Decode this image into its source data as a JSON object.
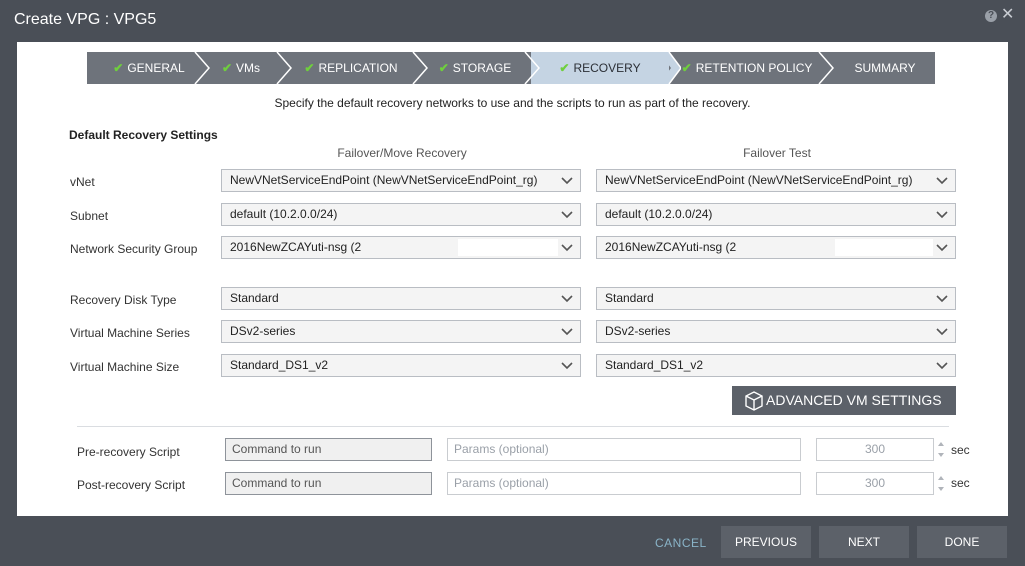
{
  "window": {
    "title": "Create VPG : VPG5"
  },
  "steps": [
    {
      "label": "GENERAL",
      "done": true
    },
    {
      "label": "VMs",
      "done": true
    },
    {
      "label": "REPLICATION",
      "done": true
    },
    {
      "label": "STORAGE",
      "done": true
    },
    {
      "label": "RECOVERY",
      "done": true,
      "active": true
    },
    {
      "label": "RETENTION POLICY",
      "done": true
    },
    {
      "label": "SUMMARY",
      "done": false
    }
  ],
  "instruction": "Specify the default recovery networks to use and the scripts to run as part of the recovery.",
  "section_title": "Default Recovery Settings",
  "columns": {
    "failover": "Failover/Move Recovery",
    "test": "Failover Test"
  },
  "rows": [
    {
      "label": "vNet",
      "failover": "NewVNetServiceEndPoint (NewVNetServiceEndPoint_rg)",
      "test": "NewVNetServiceEndPoint (NewVNetServiceEndPoint_rg)"
    },
    {
      "label": "Subnet",
      "failover": "default (10.2.0.0/24)",
      "test": "default (10.2.0.0/24)"
    },
    {
      "label": "Network Security Group",
      "failover": "2016NewZCAYuti-nsg (2",
      "test": "2016NewZCAYuti-nsg (2"
    },
    {
      "label": "Recovery Disk Type",
      "failover": "Standard",
      "test": "Standard"
    },
    {
      "label": "Virtual Machine Series",
      "failover": "DSv2-series",
      "test": "DSv2-series"
    },
    {
      "label": "Virtual Machine Size",
      "failover": "Standard_DS1_v2",
      "test": "Standard_DS1_v2"
    }
  ],
  "advanced_button": "ADVANCED VM SETTINGS",
  "scripts": [
    {
      "label": "Pre-recovery Script",
      "command_placeholder": "Command to run",
      "params_placeholder": "Params (optional)",
      "timeout": "300",
      "unit": "sec"
    },
    {
      "label": "Post-recovery Script",
      "command_placeholder": "Command to run",
      "params_placeholder": "Params (optional)",
      "timeout": "300",
      "unit": "sec"
    }
  ],
  "footer": {
    "cancel": "CANCEL",
    "previous": "PREVIOUS",
    "next": "NEXT",
    "done": "DONE"
  },
  "colors": {
    "accent_check": "#6fcf3d",
    "active_step": "#c5d4e3",
    "step_bg": "#6e737b",
    "frame": "#4a4f57"
  }
}
